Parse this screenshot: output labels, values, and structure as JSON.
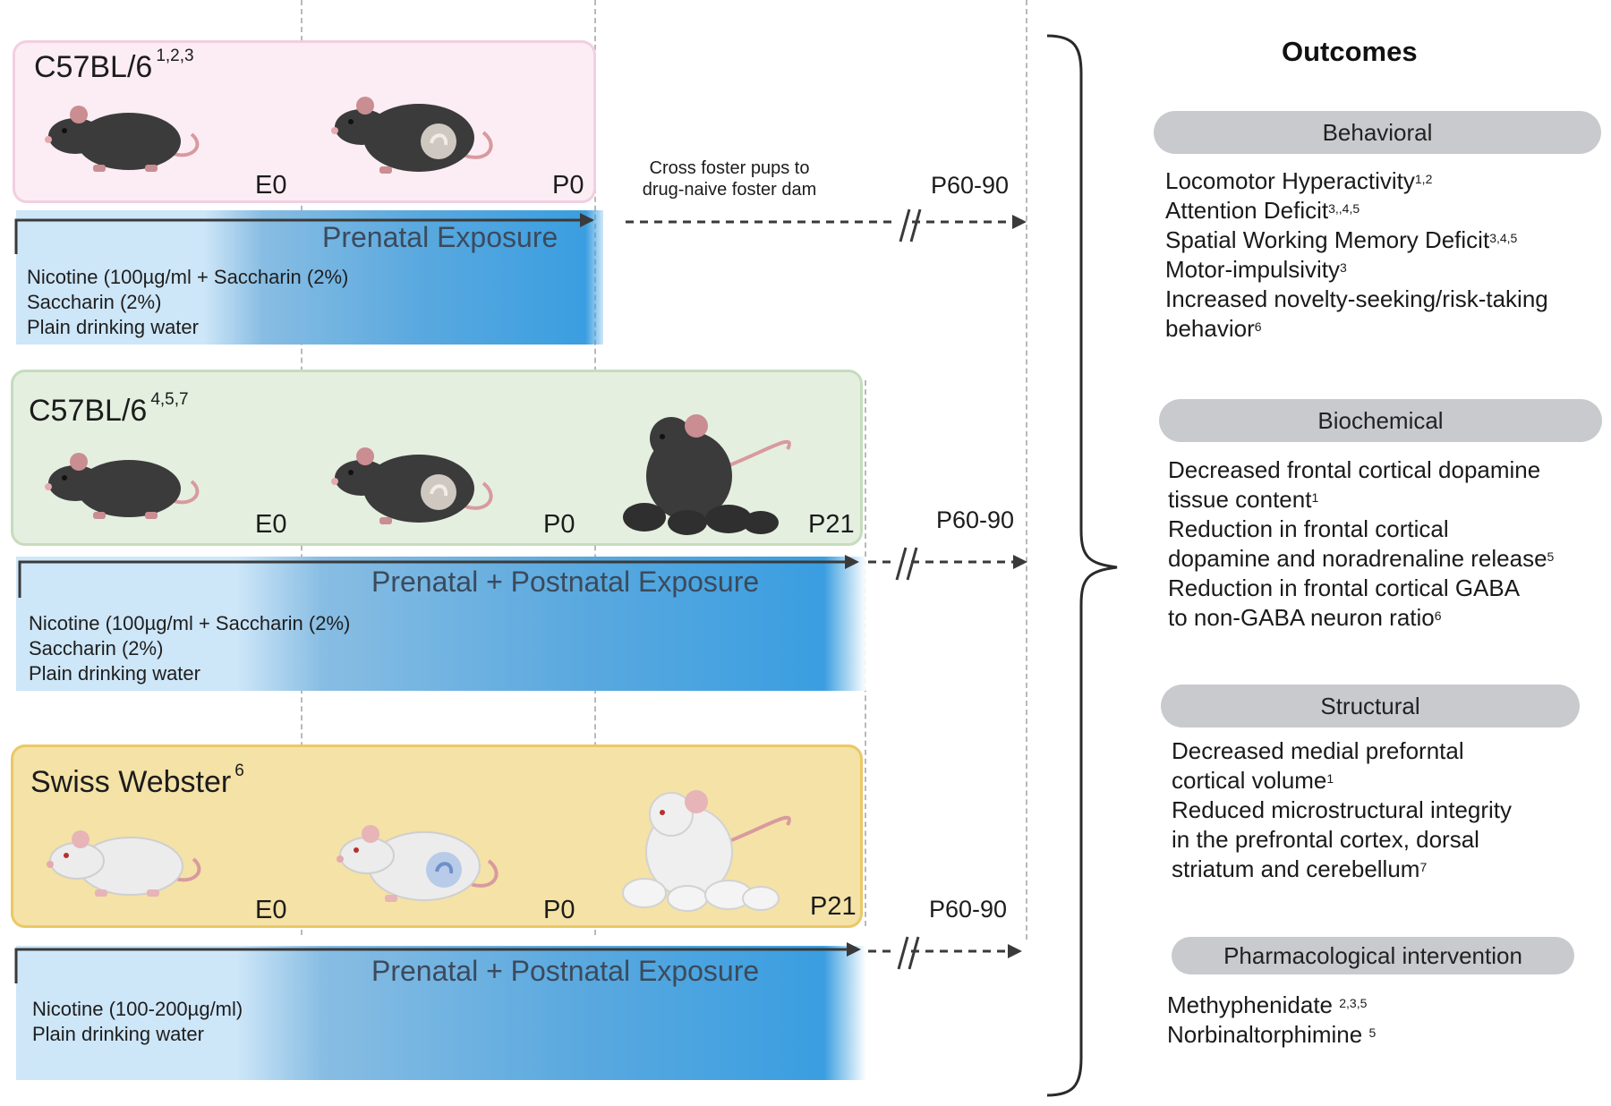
{
  "panels": [
    {
      "strain": "C57BL/6",
      "refs": "1,2,3",
      "stages": [
        "E0",
        "P0"
      ],
      "exposure": "Prenatal Exposure",
      "treatments": [
        "Nicotine (100µg/ml + Saccharin (2%)",
        "Saccharin (2%)",
        "Plain drinking water"
      ],
      "endpoint": "P60-90",
      "note": [
        "Cross foster pups to",
        "drug-naive foster dam"
      ]
    },
    {
      "strain": "C57BL/6",
      "refs": "4,5,7",
      "stages": [
        "E0",
        "P0",
        "P21"
      ],
      "exposure": "Prenatal + Postnatal  Exposure",
      "treatments": [
        "Nicotine (100µg/ml + Saccharin (2%)",
        "Saccharin (2%)",
        "Plain drinking water"
      ],
      "endpoint": "P60-90"
    },
    {
      "strain": "Swiss Webster",
      "refs": "6",
      "stages": [
        "E0",
        "P0",
        "P21"
      ],
      "exposure": "Prenatal + Postnatal  Exposure",
      "treatments": [
        "Nicotine (100-200µg/ml)",
        "Plain drinking water"
      ],
      "endpoint": "P60-90"
    }
  ],
  "outcomes": {
    "title": "Outcomes",
    "categories": [
      {
        "name": "Behavioral",
        "lines": [
          {
            "text": "Locomotor Hyperactivity",
            "sup": "1,2"
          },
          {
            "text": "Attention Deficit",
            "sup": "3,,4,5"
          },
          {
            "text": "Spatial Working Memory Deficit",
            "sup": "3,4,5"
          },
          {
            "text": "Motor-impulsivity",
            "sup": "3"
          },
          {
            "text": "Increased novelty-seeking/risk-taking",
            "sup": ""
          },
          {
            "text": "behavior",
            "sup": "6"
          }
        ]
      },
      {
        "name": "Biochemical",
        "lines": [
          {
            "text": "Decreased frontal cortical dopamine",
            "sup": ""
          },
          {
            "text": "tissue content",
            "sup": "1"
          },
          {
            "text": "Reduction in frontal cortical",
            "sup": ""
          },
          {
            "text": "dopamine and noradrenaline release",
            "sup": "5"
          },
          {
            "text": "Reduction in  frontal cortical  GABA",
            "sup": ""
          },
          {
            "text": "to non-GABA neuron ratio",
            "sup": "6"
          }
        ]
      },
      {
        "name": "Structural",
        "lines": [
          {
            "text": "Decreased medial preforntal",
            "sup": ""
          },
          {
            "text": "cortical volume",
            "sup": "1"
          },
          {
            "text": "Reduced microstructural integrity",
            "sup": ""
          },
          {
            "text": "in the prefrontal cortex, dorsal",
            "sup": ""
          },
          {
            "text": "striatum and cerebellum",
            "sup": "7"
          }
        ]
      },
      {
        "name": "Pharmacological intervention",
        "lines": [
          {
            "text": "Methyphenidate ",
            "sup": "2,3,5"
          },
          {
            "text": "Norbinaltorphimine ",
            "sup": "5"
          }
        ]
      }
    ]
  },
  "colors": {
    "panel_pink": "#fcedf4",
    "panel_green": "#e4efe0",
    "panel_yellow": "#f4e2a6",
    "exposure_blue": "#3a9ee0",
    "pill_gray": "#c9cacd"
  },
  "icons": [
    "mouse-icon",
    "pregnant-mouse-icon",
    "mouse-with-pups-icon",
    "curly-brace-icon",
    "axis-break-icon"
  ]
}
